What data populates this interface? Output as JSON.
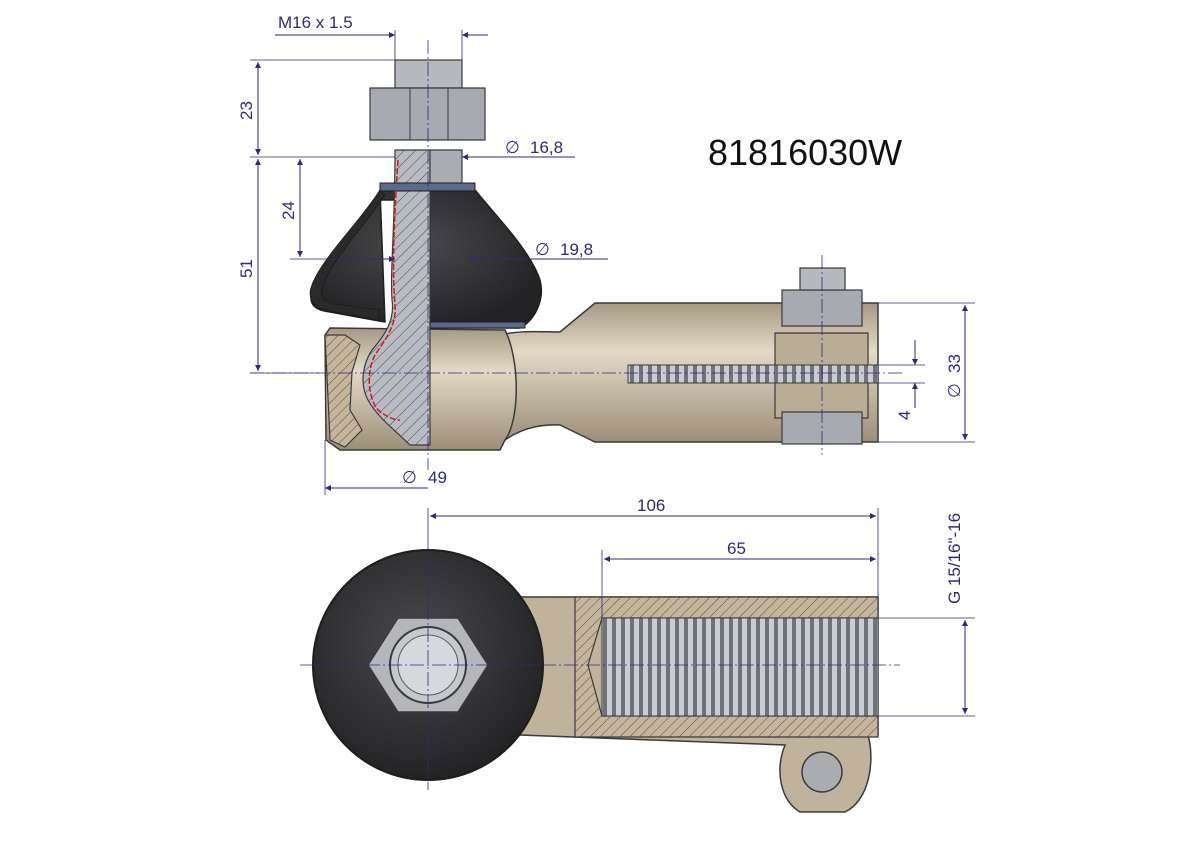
{
  "part_number": "81816030W",
  "dimensions": {
    "thread_pin": "M16 x 1.5",
    "pin_length_23": "23",
    "taper_small_dia": "16,8",
    "taper_length_24": "24",
    "taper_large_dia": "19,8",
    "height_51": "51",
    "housing_dia": "49",
    "clamp_dia": "33",
    "slot_width": "4",
    "length_106": "106",
    "thread_depth_65": "65",
    "thread_spec": "G 15/16\"-16"
  },
  "symbols": {
    "diameter": "∅"
  },
  "colors": {
    "dimension": "#2b2b7a",
    "body": "#c9bca6",
    "boot": "#3b3b3d",
    "steel": "#a9acb0"
  }
}
